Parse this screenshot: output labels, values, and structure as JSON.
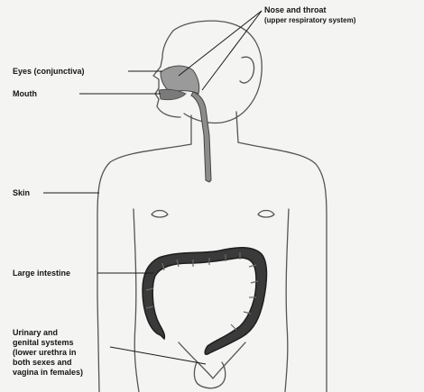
{
  "labels": {
    "nose_throat_line1": "Nose and throat",
    "nose_throat_line2": "(upper respiratory system)",
    "eyes": "Eyes (conjunctiva)",
    "mouth": "Mouth",
    "skin": "Skin",
    "large_intestine": "Large intestine",
    "urinary_line1": "Urinary and",
    "urinary_line2": "genital systems",
    "urinary_line3": "(lower urethra in",
    "urinary_line4": "both sexes and",
    "urinary_line5": "vagina in females)"
  },
  "colors": {
    "background": "#f4f4f2",
    "body_outline": "#555555",
    "organ_fill": "#3a3a3a",
    "esophagus_fill": "#8c8c8c",
    "label_text": "#151515"
  }
}
